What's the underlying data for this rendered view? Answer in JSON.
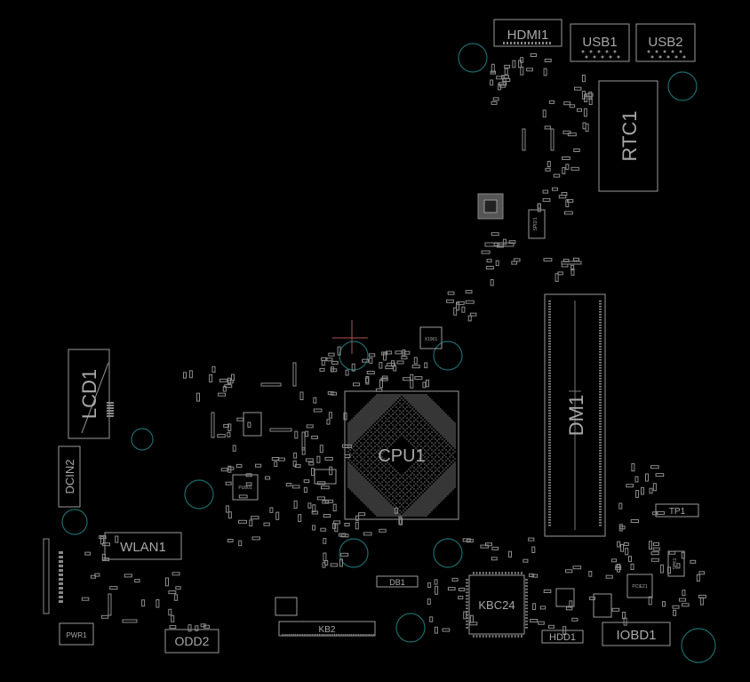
{
  "board": {
    "background_color": "#000000",
    "outline_color": "#9a9a9a",
    "label_color": "#a8a8a8",
    "mounting_hole_color": "#1d6b6b"
  },
  "labels": {
    "hdmi": "HDMI1",
    "usb1": "USB1",
    "usb2": "USB2",
    "rtc": "RTC1",
    "dimm": "DM1",
    "cpu": "CPU1",
    "lcd": "LCD1",
    "dcin": "DCIN2",
    "wlan": "WLAN1",
    "pwr": "PWR1",
    "odd": "ODD2",
    "kb": "KB2",
    "db": "DB1",
    "kbc": "KBC24",
    "hdd": "HDD1",
    "iobd": "IOBD1",
    "tp": "TP1",
    "small_xtal": "X1901",
    "small_pu": "PU801",
    "small_spi": "SPI2/1",
    "small_pcie": "PCIE21",
    "small_spk": "SPK1"
  }
}
